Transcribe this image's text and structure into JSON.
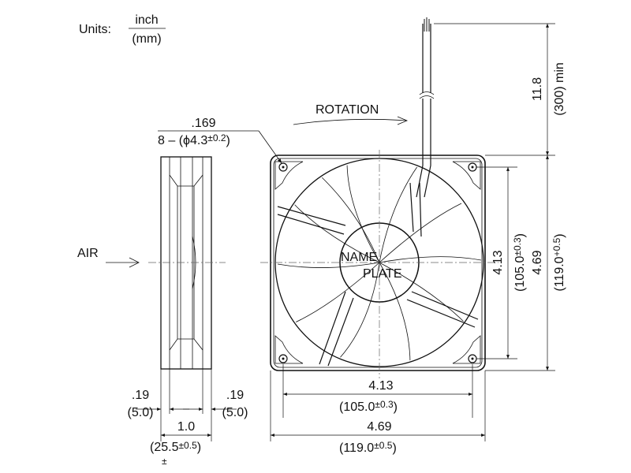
{
  "units": {
    "label": "Units:",
    "numerator": "inch",
    "denominator": "(mm)"
  },
  "labels": {
    "rotation": "ROTATION",
    "air": "AIR",
    "name_plate_line1": "NAME",
    "name_plate_line2": "PLATE"
  },
  "mounting_hole": {
    "inch": ".169",
    "count_prefix": "8 – (ϕ",
    "mm": "4.3",
    "tolerance": "±0.2",
    "close": ")"
  },
  "lead_wire": {
    "inch": "11.8",
    "mm": "(300) min"
  },
  "side_dims": {
    "left_inch": ".19",
    "left_mm": "(5.0)",
    "right_inch": ".19",
    "right_mm": "(5.0)",
    "depth_inch": "1.0",
    "depth_mm": "(25.5",
    "depth_tol": "±0.5",
    "depth_close": ")",
    "stray_mark": "±"
  },
  "front_dims": {
    "hole_pitch_h_inch": "4.13",
    "hole_pitch_h_mm": "(105.0",
    "hole_pitch_h_tol": "±0.3",
    "hole_pitch_h_close": ")",
    "width_inch": "4.69",
    "width_mm": "(119.0",
    "width_tol": "±0.5",
    "width_close": ")",
    "hole_pitch_v_inch": "4.13",
    "hole_pitch_v_mm": "(105.0",
    "hole_pitch_v_tol": "±0.3",
    "hole_pitch_v_close": ")",
    "height_inch": "4.69",
    "height_mm": "(119.0",
    "height_tol": "+0.5",
    "height_close": ")"
  }
}
